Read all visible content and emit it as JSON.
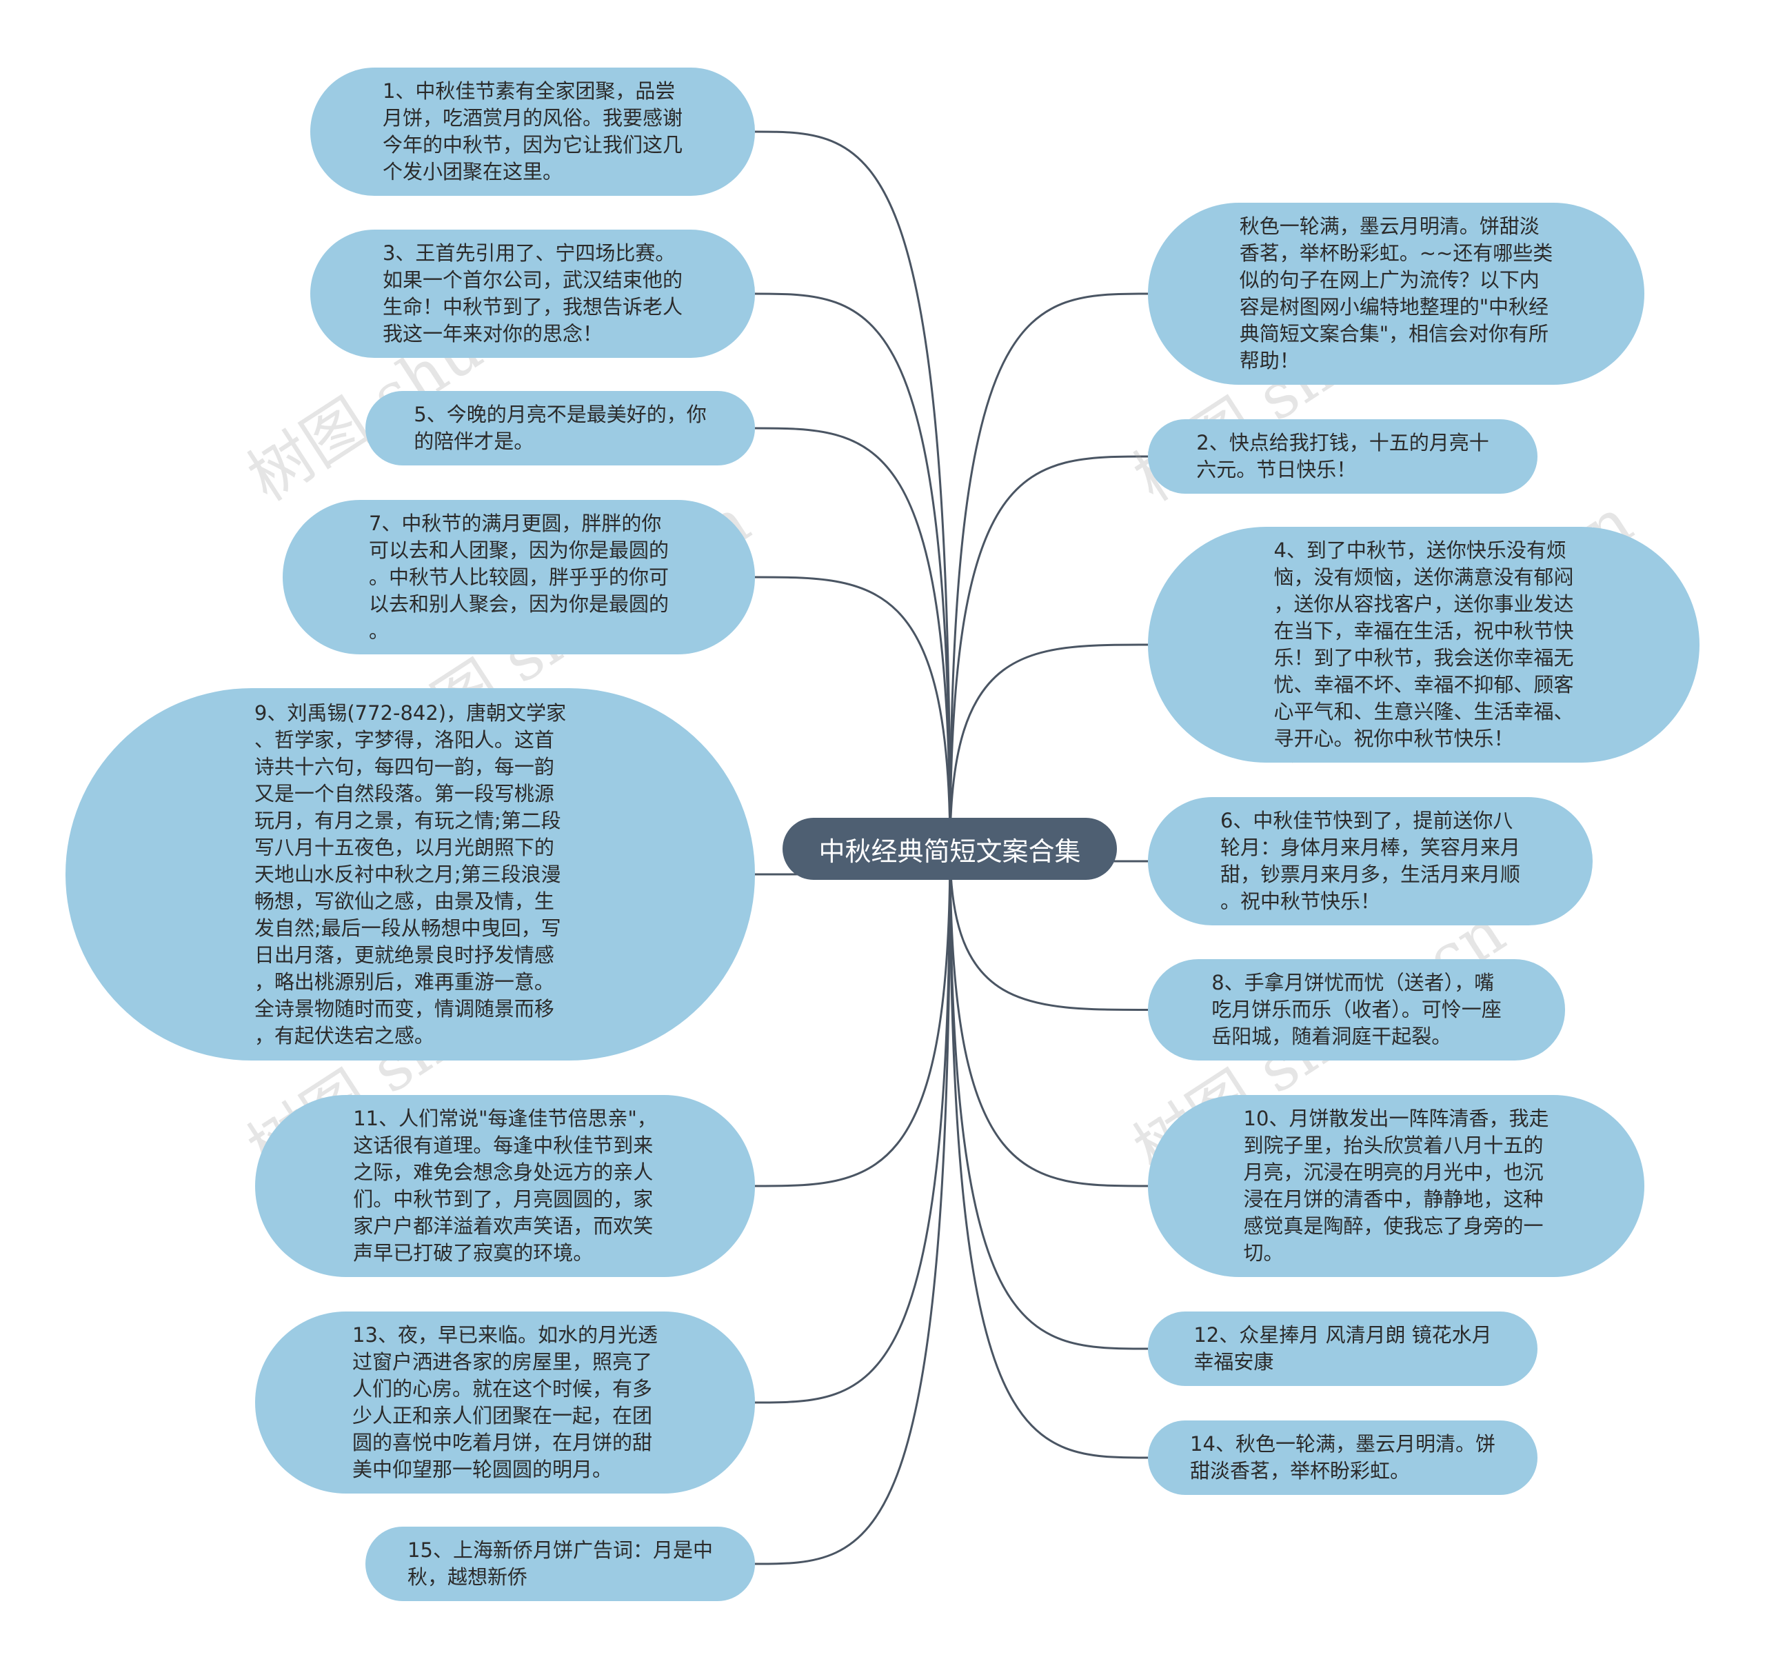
{
  "root": {
    "label": "中秋经典简短文案合集"
  },
  "colors": {
    "node_fill": "#9ccbe3",
    "root_fill": "#4e5f72",
    "edge": "#4a5563",
    "node_text": "#2b2b2b"
  },
  "watermark": "树图 shutu.cn",
  "left_nodes": [
    {
      "text": "1、中秋佳节素有全家团聚，品尝\n月饼，吃酒赏月的风俗。我要感谢\n今年的中秋节，因为它让我们这几\n个发小团聚在这里。"
    },
    {
      "text": "3、王首先引用了、宁四场比赛。\n如果一个首尔公司，武汉结束他的\n生命！中秋节到了，我想告诉老人\n我这一年来对你的思念！"
    },
    {
      "text": "5、今晚的月亮不是最美好的，你\n的陪伴才是。"
    },
    {
      "text": "7、中秋节的满月更圆，胖胖的你\n可以去和人团聚，因为你是最圆的\n。中秋节人比较圆，胖乎乎的你可\n以去和别人聚会，因为你是最圆的\n。"
    },
    {
      "text": "9、刘禹锡(772-842)，唐朝文学家\n、哲学家，字梦得，洛阳人。这首\n诗共十六句，每四句一韵，每一韵\n又是一个自然段落。第一段写桃源\n玩月，有月之景，有玩之情;第二段\n写八月十五夜色，以月光朗照下的\n天地山水反衬中秋之月;第三段浪漫\n畅想，写欲仙之感，由景及情，生\n发自然;最后一段从畅想中曳回，写\n日出月落，更就绝景良时抒发情感\n，略出桃源别后，难再重游一意。\n全诗景物随时而变，情调随景而移\n，有起伏迭宕之感。"
    },
    {
      "text": "11、人们常说\"每逢佳节倍思亲\"，\n这话很有道理。每逢中秋佳节到来\n之际，难免会想念身处远方的亲人\n们。中秋节到了，月亮圆圆的，家\n家户户都洋溢着欢声笑语，而欢笑\n声早已打破了寂寞的环境。"
    },
    {
      "text": "13、夜，早已来临。如水的月光透\n过窗户洒进各家的房屋里，照亮了\n人们的心房。就在这个时候，有多\n少人正和亲人们团聚在一起，在团\n圆的喜悦中吃着月饼，在月饼的甜\n美中仰望那一轮圆圆的明月。"
    },
    {
      "text": "15、上海新侨月饼广告词：月是中\n秋，越想新侨"
    }
  ],
  "right_nodes": [
    {
      "text": "秋色一轮满，墨云月明清。饼甜淡\n香茗，举杯盼彩虹。~~还有哪些类\n似的句子在网上广为流传？以下内\n容是树图网小编特地整理的\"中秋经\n典简短文案合集\"，相信会对你有所\n帮助！"
    },
    {
      "text": "2、快点给我打钱，十五的月亮十\n六元。节日快乐！"
    },
    {
      "text": "4、到了中秋节，送你快乐没有烦\n恼，没有烦恼，送你满意没有郁闷\n，送你从容找客户，送你事业发达\n在当下，幸福在生活，祝中秋节快\n乐！到了中秋节，我会送你幸福无\n忧、幸福不坏、幸福不抑郁、顾客\n心平气和、生意兴隆、生活幸福、\n寻开心。祝你中秋节快乐！"
    },
    {
      "text": "6、中秋佳节快到了，提前送你八\n轮月：身体月来月棒，笑容月来月\n甜，钞票月来月多，生活月来月顺\n。祝中秋节快乐！"
    },
    {
      "text": "8、手拿月饼忧而忧（送者），嘴\n吃月饼乐而乐（收者）。可怜一座\n岳阳城，随着洞庭干起裂。"
    },
    {
      "text": "10、月饼散发出一阵阵清香，我走\n到院子里，抬头欣赏着八月十五的\n月亮，沉浸在明亮的月光中，也沉\n浸在月饼的清香中，静静地，这种\n感觉真是陶醉，使我忘了身旁的一\n切。"
    },
    {
      "text": "12、众星捧月 风清月朗 镜花水月\n幸福安康"
    },
    {
      "text": "14、秋色一轮满，墨云月明清。饼\n甜淡香茗，举杯盼彩虹。"
    }
  ]
}
